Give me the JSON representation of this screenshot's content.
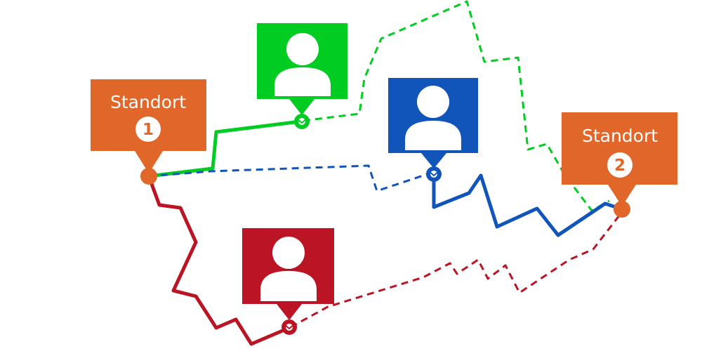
{
  "colors": {
    "site": "#e0662a",
    "green": "#00cc22",
    "blue": "#1155bb",
    "red": "#bb1525",
    "white": "#ffffff"
  },
  "sites": [
    {
      "label": "Standort",
      "number": "1"
    },
    {
      "label": "Standort",
      "number": "2"
    }
  ],
  "people": [
    {
      "color": "green",
      "icon": "person-icon"
    },
    {
      "color": "blue",
      "icon": "person-icon"
    },
    {
      "color": "red",
      "icon": "person-icon"
    }
  ],
  "routes": [
    {
      "color": "green",
      "segments": [
        "solid",
        "dashed"
      ]
    },
    {
      "color": "blue",
      "segments": [
        "dashed",
        "solid"
      ]
    },
    {
      "color": "red",
      "segments": [
        "solid",
        "dashed"
      ]
    }
  ]
}
